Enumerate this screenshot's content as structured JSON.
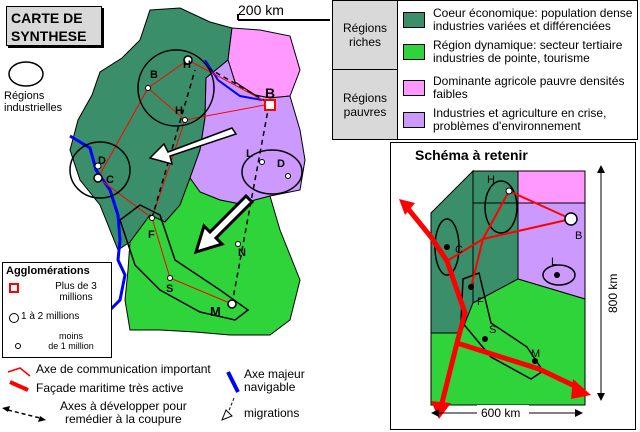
{
  "title": "CARTE DE SYNTHESE",
  "scale_label": "200 km",
  "legend": {
    "rich_label": "Régions riches",
    "poor_label": "Régions pauvres",
    "items": [
      {
        "text": "Coeur économique: population dense industries variées et différenciées",
        "color": "#3a8f6a"
      },
      {
        "text": "Région dynamique: secteur tertiaire industries de pointe, tourisme",
        "color": "#2fd43a"
      },
      {
        "text": "Dominante agricole pauvre densités faibles",
        "color": "#ff99ff"
      },
      {
        "text": "Industries et agriculture en crise, problèmes d'environnement",
        "color": "#cc99ff"
      }
    ]
  },
  "regions_industrielles": "Régions industrielles",
  "agglomerations": {
    "title": "Agglomérations",
    "big": "Plus de 3 millions",
    "mid": "1 à 2 millions",
    "small_a": "moins",
    "small_b": "de 1 million"
  },
  "bottom_legend": {
    "axe_comm": "Axe de communication important",
    "facade": "Façade maritime très active",
    "axe_majeur_a": "Axe majeur",
    "axe_majeur_b": "navigable",
    "axes_dev_a": "Axes à développer pour",
    "axes_dev_b": "remédier à la coupure",
    "migrations": "migrations"
  },
  "map_labels": [
    "H",
    "B",
    "H",
    "B",
    "D",
    "C",
    "L",
    "D",
    "F",
    "N",
    "S",
    "M"
  ],
  "schema": {
    "title": "Schéma à retenir",
    "labels": [
      "H",
      "B",
      "C",
      "L",
      "F",
      "S",
      "M"
    ],
    "width_label": "600 km",
    "height_label": "800 km"
  },
  "colors": {
    "coeur": "#3a8f6a",
    "dynamique": "#2fd43a",
    "agricole": "#ff99ff",
    "crise": "#cc99ff",
    "axe": "#ff0000",
    "fleuve": "#0000ff",
    "agglo_big": "#ff0000"
  }
}
